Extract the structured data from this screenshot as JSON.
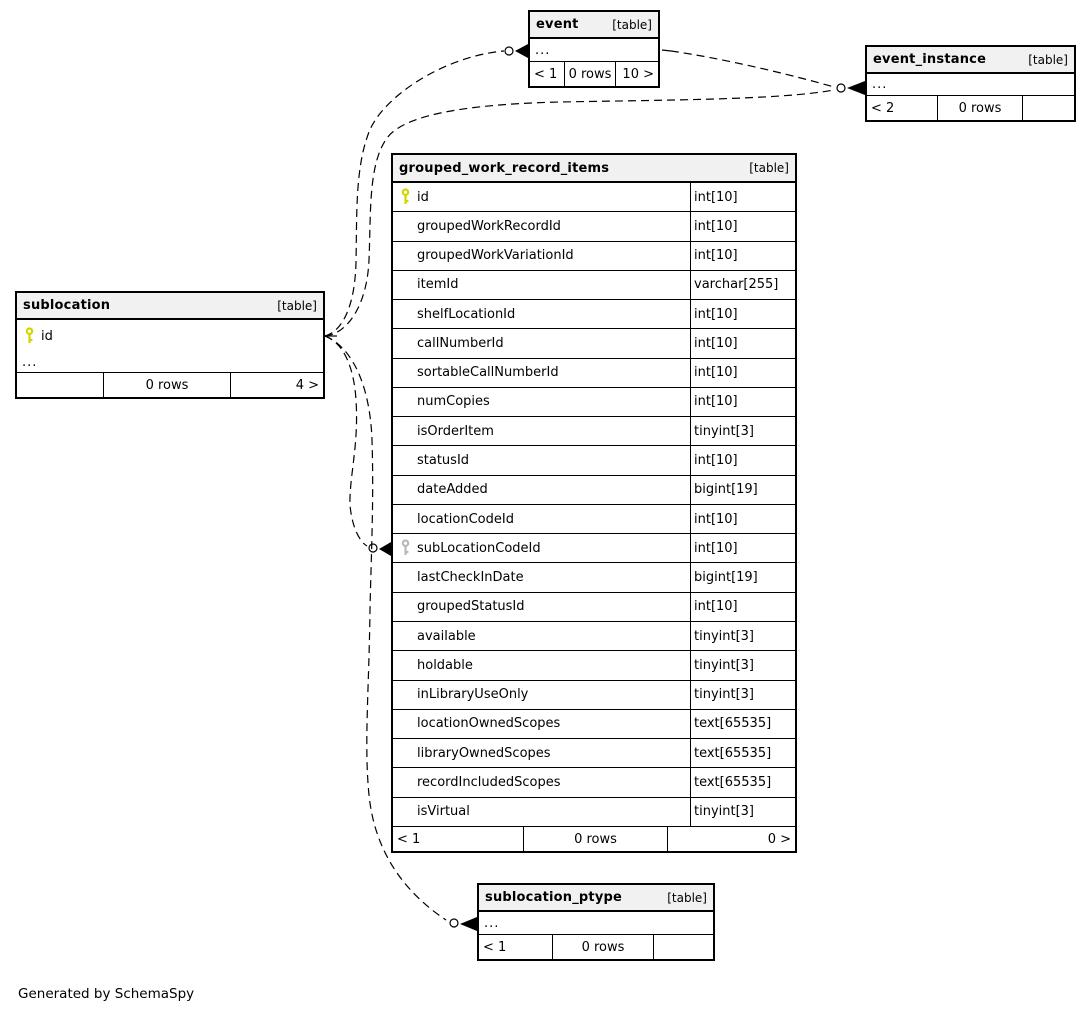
{
  "page": {
    "footer_note": "Generated by SchemaSpy"
  },
  "colors": {
    "header_bg": "#f1f1f1",
    "border": "#000000",
    "primary_key_icon": "#d4d400",
    "foreign_key_icon": "#b9b9b9"
  },
  "tables": {
    "event": {
      "name": "event",
      "badge": "[table]",
      "ellipsis": "...",
      "footer": {
        "left": "< 1",
        "center": "0 rows",
        "right": "10 >"
      }
    },
    "event_instance": {
      "name": "event_instance",
      "badge": "[table]",
      "ellipsis": "...",
      "footer": {
        "left": "< 2",
        "center": "0 rows",
        "right": ""
      }
    },
    "grouped_work_record_items": {
      "name": "grouped_work_record_items",
      "badge": "[table]",
      "columns": [
        {
          "name": "id",
          "type": "int[10]",
          "key": "pk"
        },
        {
          "name": "groupedWorkRecordId",
          "type": "int[10]",
          "key": ""
        },
        {
          "name": "groupedWorkVariationId",
          "type": "int[10]",
          "key": ""
        },
        {
          "name": "itemId",
          "type": "varchar[255]",
          "key": ""
        },
        {
          "name": "shelfLocationId",
          "type": "int[10]",
          "key": ""
        },
        {
          "name": "callNumberId",
          "type": "int[10]",
          "key": ""
        },
        {
          "name": "sortableCallNumberId",
          "type": "int[10]",
          "key": ""
        },
        {
          "name": "numCopies",
          "type": "int[10]",
          "key": ""
        },
        {
          "name": "isOrderItem",
          "type": "tinyint[3]",
          "key": ""
        },
        {
          "name": "statusId",
          "type": "int[10]",
          "key": ""
        },
        {
          "name": "dateAdded",
          "type": "bigint[19]",
          "key": ""
        },
        {
          "name": "locationCodeId",
          "type": "int[10]",
          "key": ""
        },
        {
          "name": "subLocationCodeId",
          "type": "int[10]",
          "key": "fk"
        },
        {
          "name": "lastCheckInDate",
          "type": "bigint[19]",
          "key": ""
        },
        {
          "name": "groupedStatusId",
          "type": "int[10]",
          "key": ""
        },
        {
          "name": "available",
          "type": "tinyint[3]",
          "key": ""
        },
        {
          "name": "holdable",
          "type": "tinyint[3]",
          "key": ""
        },
        {
          "name": "inLibraryUseOnly",
          "type": "tinyint[3]",
          "key": ""
        },
        {
          "name": "locationOwnedScopes",
          "type": "text[65535]",
          "key": ""
        },
        {
          "name": "libraryOwnedScopes",
          "type": "text[65535]",
          "key": ""
        },
        {
          "name": "recordIncludedScopes",
          "type": "text[65535]",
          "key": ""
        },
        {
          "name": "isVirtual",
          "type": "tinyint[3]",
          "key": ""
        }
      ],
      "footer": {
        "left": "< 1",
        "center": "0 rows",
        "right": "0 >"
      }
    },
    "sublocation": {
      "name": "sublocation",
      "badge": "[table]",
      "columns": [
        {
          "name": "id",
          "type": "",
          "key": "pk"
        }
      ],
      "ellipsis": "...",
      "footer": {
        "left": "",
        "center": "0 rows",
        "right": "4 >"
      }
    },
    "sublocation_ptype": {
      "name": "sublocation_ptype",
      "badge": "[table]",
      "ellipsis": "...",
      "footer": {
        "left": "< 1",
        "center": "0 rows",
        "right": ""
      }
    }
  }
}
